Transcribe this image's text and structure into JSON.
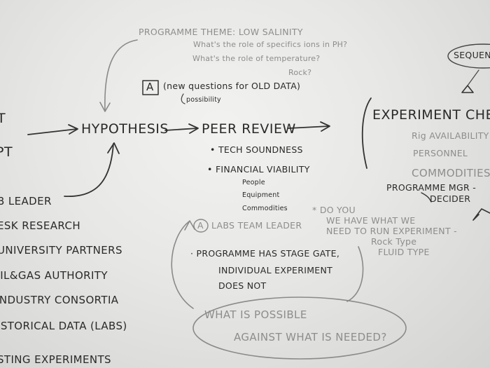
{
  "board": {
    "theme": {
      "title": "PROGRAMME THEME: LOW SALINITY",
      "question_1": "What's the role of specifics ions in PH?",
      "question_2": "What's the role of temperature?",
      "question_3": "Rock?"
    },
    "new_questions": {
      "badge": "A",
      "text": "(new questions for OLD DATA)",
      "note": "possibility"
    },
    "flow": {
      "hypothesis": "HYPOTHESIS",
      "peer_review": "PEER REVIEW"
    },
    "peer_review_items": {
      "tech": "• TECH SOUNDNESS",
      "financial": "• FINANCIAL VIABILITY",
      "sub_1": "People",
      "sub_2": "Equipment",
      "sub_3": "Commodities"
    },
    "do_we_note": {
      "line_1": "* DO YOU",
      "line_2": "WE HAVE WHAT WE",
      "line_3": "NEED TO RUN EXPERIMENT -",
      "line_4": "Rock Type",
      "line_5": "FLUID TYPE"
    },
    "labs": {
      "badge": "A",
      "title": "LABS TEAM LEADER",
      "line_1": "· PROGRAMME HAS STAGE GATE,",
      "line_2": "INDIVIDUAL EXPERIMENT",
      "line_3": "DOES NOT"
    },
    "possible": {
      "line_1": "WHAT IS POSSIBLE",
      "line_2": "AGAINST WHAT IS NEEDED?"
    },
    "left_list": {
      "item_1": "T",
      "item_2": "PT",
      "item_3": "B LEADER",
      "item_4": "ESK RESEARCH",
      "item_5": "UNIVERSITY PARTNERS",
      "item_6": "OIL&GAS AUTHORITY",
      "item_7": "INDUSTRY CONSORTIA",
      "item_8": "ISTORICAL DATA (LABS)",
      "item_9": "STING EXPERIMENTS"
    },
    "right": {
      "sequence": "SEQUENCE",
      "experiment": "EXPERIMENT CHECK",
      "rig": "Rig AVAILABILITY",
      "personnel": "PERSONNEL",
      "commodities": "COMMODITIES",
      "programme_mgr": "PROGRAMME MGR -",
      "decider": "DECIDER"
    }
  }
}
